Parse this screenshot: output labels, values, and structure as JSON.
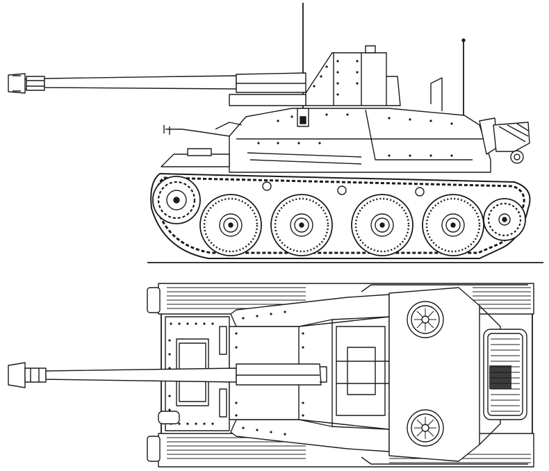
{
  "caption": "",
  "colors": {
    "ink": "#1a1a1a",
    "paper": "#ffffff",
    "shade": "#e8e8e8",
    "mid": "#cfcfcf"
  },
  "views": [
    {
      "id": "side-view",
      "road_wheels": 4
    },
    {
      "id": "top-view"
    }
  ]
}
